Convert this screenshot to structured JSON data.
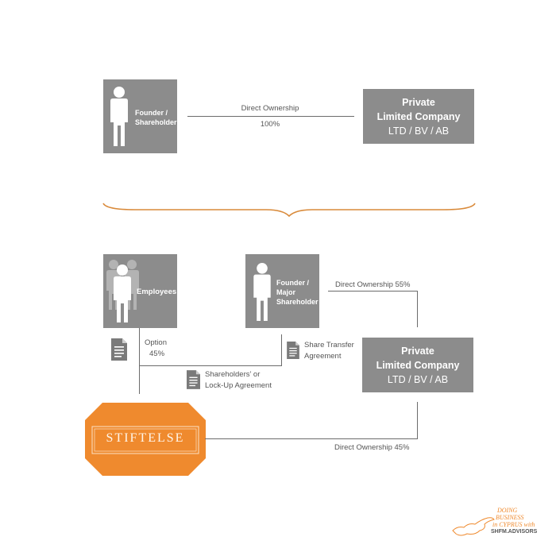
{
  "top": {
    "founder_label_l1": "Founder /",
    "founder_label_l2": "Shareholder",
    "edge_label": "Direct Ownership",
    "edge_value": "100%",
    "company_l1": "Private",
    "company_l2": "Limited Company",
    "company_l3": "LTD / BV / AB"
  },
  "bottom": {
    "employees_label": "Employees",
    "founder_l1": "Founder /",
    "founder_l2": "Major",
    "founder_l3": "Shareholder",
    "direct_ownership_55": "Direct Ownership 55%",
    "option_l1": "Option",
    "option_l2": "45%",
    "share_transfer_l1": "Share Transfer",
    "share_transfer_l2": "Agreement",
    "shareholders_l1": "Shareholders’ or",
    "shareholders_l2": "Lock-Up Agreement",
    "company_l1": "Private",
    "company_l2": "Limited Company",
    "company_l3": "LTD / BV / AB",
    "stiftelse": "STIFTELSE",
    "direct_ownership_45": "Direct Ownership 45%"
  },
  "logo": {
    "l1": "DOING",
    "l2": "BUSINESS",
    "l3": "in CYPRUS with",
    "l4": "SHFM.ADVISORS"
  },
  "colors": {
    "box": "#8c8c8c",
    "orange": "#ef8a2e",
    "brace": "#d98a3a",
    "line": "#6b6b6b"
  }
}
